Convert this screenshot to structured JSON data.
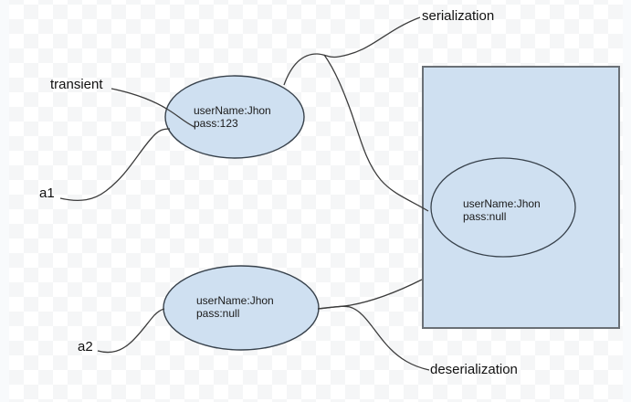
{
  "diagram": {
    "labels": {
      "serialization": "serialization",
      "transient": "transient",
      "a1": "a1",
      "a2": "a2",
      "deserialization": "deserialization"
    },
    "nodes": {
      "object_a1": {
        "line1": "userName:Jhon",
        "line2": "pass:123"
      },
      "object_a2": {
        "line1": "userName:Jhon",
        "line2": "pass:null"
      },
      "serialized_object": {
        "line1": "userName:Jhon",
        "line2": "pass:null"
      }
    },
    "colors": {
      "shape_fill": "#cfe0f1",
      "ellipse_stroke": "#38424c",
      "rect_stroke": "#6a7076",
      "connector_stroke": "#3c3c3c",
      "checker_gray": "#f5f6f7",
      "canvas_white": "#ffffff"
    }
  }
}
